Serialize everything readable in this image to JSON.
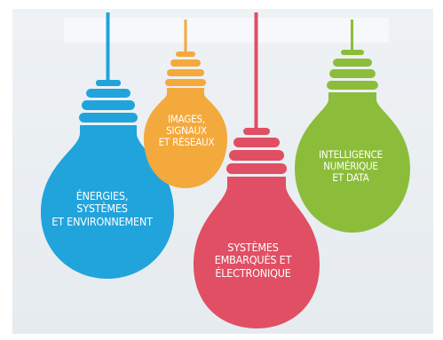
{
  "colors": {
    "background_top": "#eef2f5",
    "background_bottom": "#e4e9ee",
    "banner": "#f6f8fa",
    "blue": "#21a4dc",
    "orange": "#f4a93c",
    "red": "#e04f63",
    "green": "#8cbd3a"
  },
  "bulbs": [
    {
      "name": "energies",
      "color": "blue",
      "lines": [
        "ÉNERGIES,",
        "SYSTÈMES",
        "ET ENVIRONNEMENT"
      ]
    },
    {
      "name": "images",
      "color": "orange",
      "lines": [
        "IMAGES,",
        "SIGNAUX",
        "ET RÉSEAUX"
      ]
    },
    {
      "name": "systemes",
      "color": "red",
      "lines": [
        "SYSTÈMES",
        "EMBARQUÉS ET",
        "ÉLECTRONIQUE"
      ]
    },
    {
      "name": "intelligence",
      "color": "green",
      "lines": [
        "INTELLIGENCE",
        "NUMÉRIQUE",
        "ET DATA"
      ]
    }
  ]
}
